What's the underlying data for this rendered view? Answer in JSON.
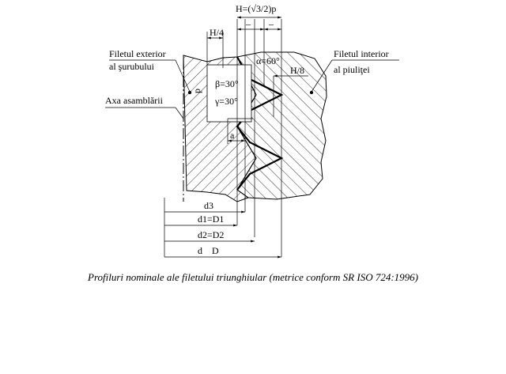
{
  "labels": {
    "H_formula": "H=(√3/2)p",
    "H4": "H/4",
    "H8": "H/8",
    "dash_left": "–",
    "dash_right": "–",
    "ext_thread_1": "Filetul exterior",
    "ext_thread_2": "al şurubului",
    "axis": "Axa asamblării",
    "int_thread_1": "Filetul interior",
    "int_thread_2": "al piuliţei",
    "p": "p",
    "alpha": "α=60°",
    "beta": "β=30°",
    "gamma": "γ=30°",
    "a": "a",
    "d3": "d3",
    "d1_D1": "d1=D1",
    "d2_D2": "d2=D2",
    "d_D": "d    D"
  },
  "caption": "Profiluri nominale ale  filetului triunghiular (metrice conform SR ISO 724:1996)"
}
